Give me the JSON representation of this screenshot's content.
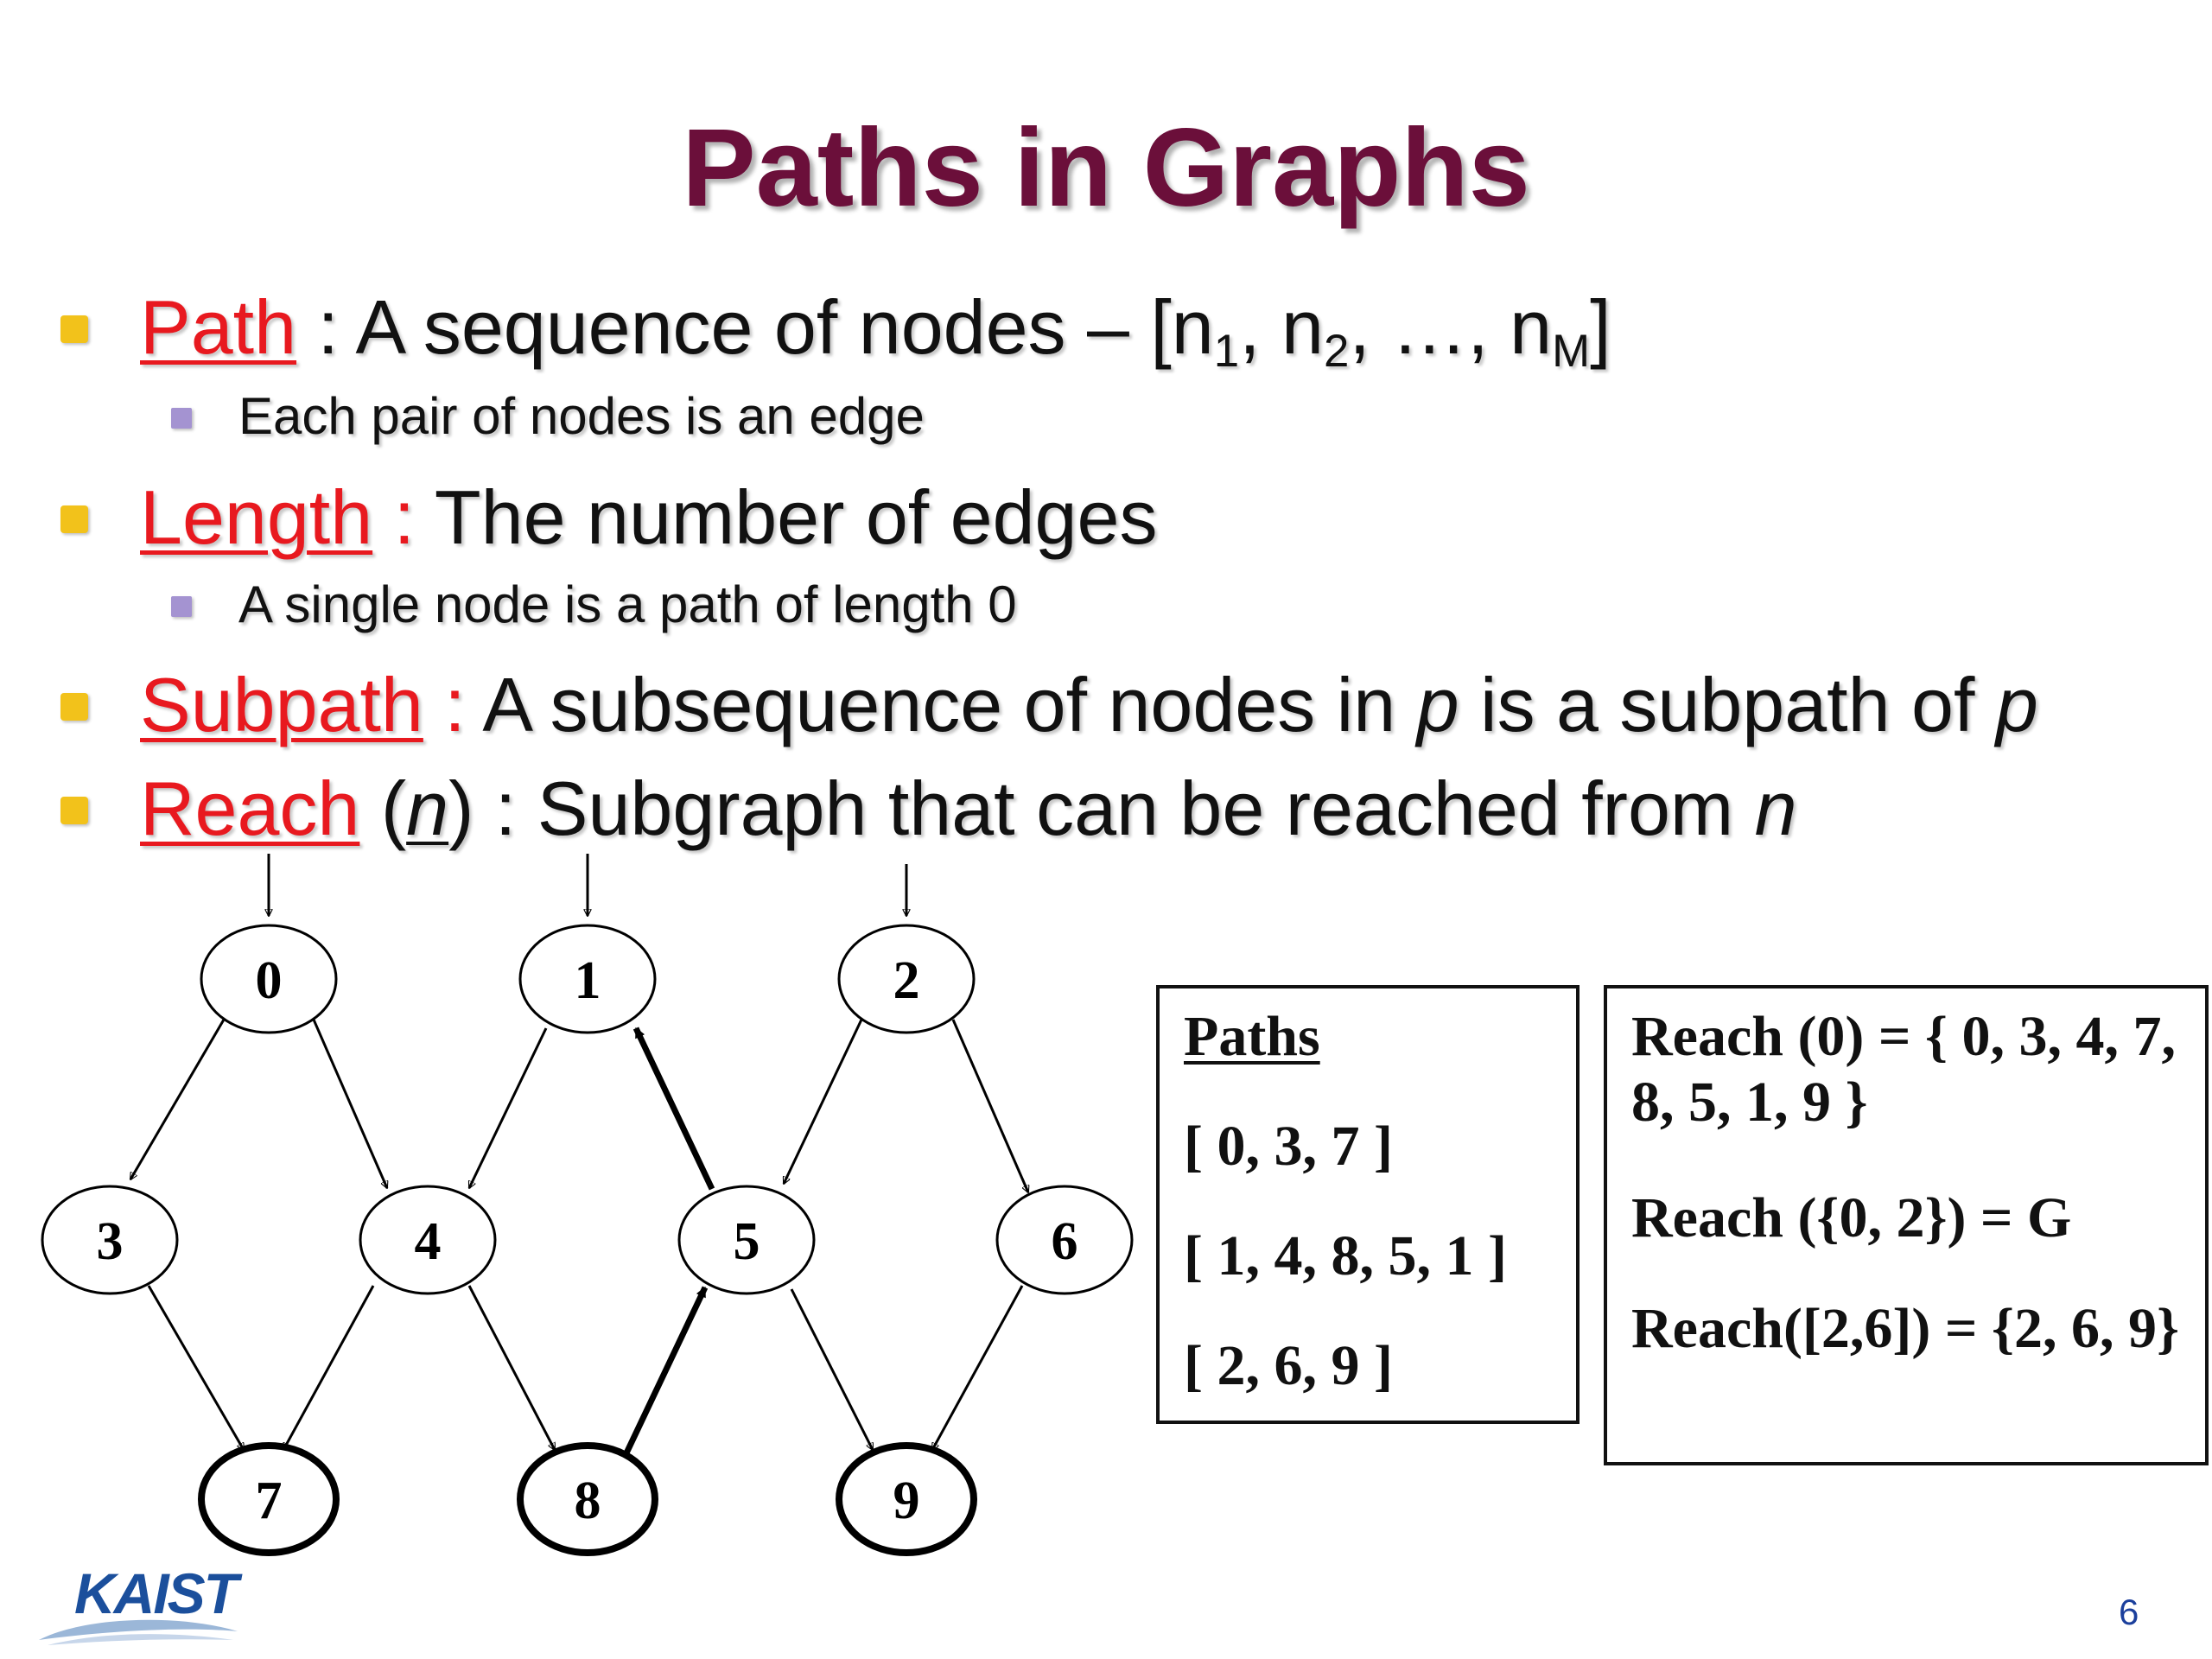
{
  "title": "Paths in Graphs",
  "bullets": {
    "path": {
      "term": "Path",
      "pre": " : A sequence of nodes – [n",
      "s1": "1",
      "mid1": ", n",
      "s2": "2",
      "mid2": ", …, n",
      "sM": "M",
      "post": "]"
    },
    "path_sub": "Each pair of nodes is an edge",
    "length": {
      "term": "Length",
      "colon": " :",
      "rest": " The number of edges"
    },
    "length_sub": "A single node is a path of length 0",
    "subpath": {
      "term": "Subpath",
      "colon": " :",
      "t1": " A subsequence of nodes in ",
      "p1": "p",
      "t2": " is a subpath of ",
      "p2": "p"
    },
    "reach": {
      "term": "Reach",
      "open": " (",
      "n": "n",
      "close": ")",
      "rest": " : Subgraph that can be reached from ",
      "n2": "n"
    }
  },
  "graph": {
    "nodes": [
      "0",
      "1",
      "2",
      "3",
      "4",
      "5",
      "6",
      "7",
      "8",
      "9"
    ]
  },
  "paths_box": {
    "heading": "Paths",
    "items": [
      "[ 0, 3, 7 ]",
      "[ 1, 4, 8, 5, 1 ]",
      "[ 2, 6, 9 ]"
    ]
  },
  "reach_box": {
    "items": [
      "Reach (0) = { 0, 3, 4, 7, 8, 5, 1, 9 }",
      "Reach ({0, 2}) = G",
      "Reach([2,6]) = {2, 6, 9}"
    ]
  },
  "logo": {
    "text": "KAIST"
  },
  "page_number": "6",
  "colors": {
    "title": "#6b0f3a",
    "term": "#e8191f",
    "bullet_primary": "#f2c21b",
    "bullet_secondary": "#a493d1",
    "logo": "#1b4f9c"
  }
}
